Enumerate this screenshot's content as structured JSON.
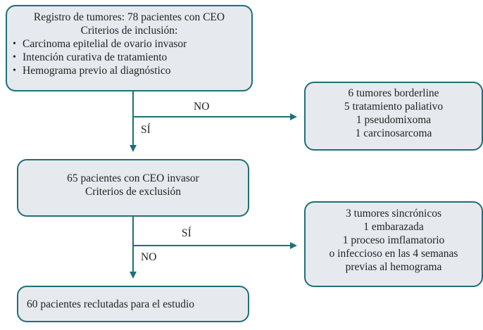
{
  "colors": {
    "box_fill": "#e6eaee",
    "box_border": "#1f6f78",
    "arrow": "#1f6f78"
  },
  "registry_box": {
    "title": "Registro de tumores: 78 pacientes con CEO",
    "subtitle": "Criterios de inclusión:",
    "bullet_icon": "•",
    "bullets": [
      "Carcinoma epitelial de ovario invasor",
      "Intención curativa de tratamiento",
      "Hemograma previo al diagnóstico"
    ]
  },
  "excluded_box_1": {
    "lines": [
      "6 tumores borderline",
      "5 tratamiento paliativo",
      "1 pseudomixoma",
      "1 carcinosarcoma"
    ]
  },
  "invasive_box": {
    "lines": [
      "65 pacientes con CEO invasor",
      "Criterios de exclusión"
    ]
  },
  "excluded_box_2": {
    "lines": [
      "3 tumores sincrónicos",
      "1 embarazada",
      "1 proceso imflamatorio",
      "o infeccioso en las 4 semanas",
      "previas al hemograma"
    ]
  },
  "final_box": {
    "text": "60 pacientes reclutadas para el estudio"
  },
  "flow_labels": {
    "first_branch_no": "NO",
    "first_branch_si": "SÍ",
    "second_branch_si": "SÍ",
    "second_branch_no": "NO"
  }
}
